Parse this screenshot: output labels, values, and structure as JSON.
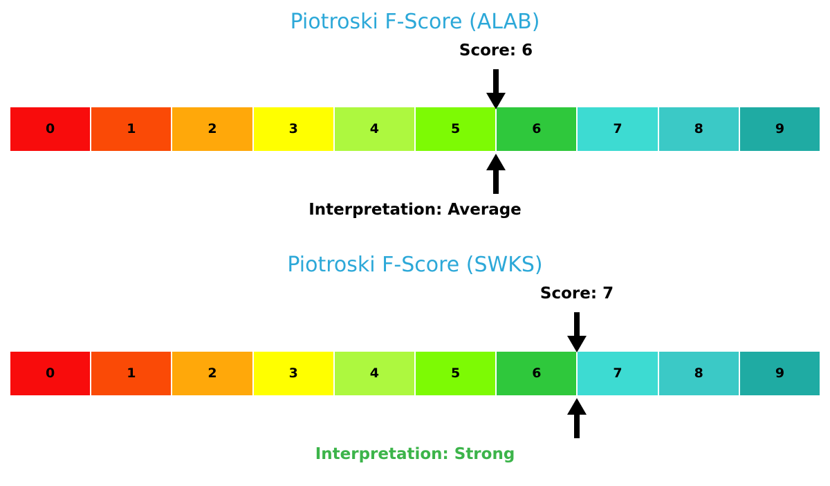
{
  "chart_data": [
    {
      "type": "bar",
      "title": "Piotroski F-Score (ALAB)",
      "title_color": "#2CA8D8",
      "categories": [
        "0",
        "1",
        "2",
        "3",
        "4",
        "5",
        "6",
        "7",
        "8",
        "9"
      ],
      "colors": [
        "#F80C0C",
        "#FA4A06",
        "#FFA80A",
        "#FFFF00",
        "#ADF83F",
        "#7DFA04",
        "#2FC83C",
        "#3DDBD2",
        "#3BC9C6",
        "#1FABA3"
      ],
      "values": [
        1,
        1,
        1,
        1,
        1,
        1,
        1,
        1,
        1,
        1
      ],
      "score": 6,
      "score_label": "Score: 6",
      "score_marker_x": 717,
      "interpretation": "Average",
      "interpretation_label": "Interpretation: Average",
      "interpretation_color": "#000000",
      "xlabel": "",
      "ylabel": "",
      "xlim": [
        0,
        10
      ],
      "grid": false,
      "legend": "none"
    },
    {
      "type": "bar",
      "title": "Piotroski F-Score (SWKS)",
      "title_color": "#2CA8D8",
      "categories": [
        "0",
        "1",
        "2",
        "3",
        "4",
        "5",
        "6",
        "7",
        "8",
        "9"
      ],
      "colors": [
        "#F80C0C",
        "#FA4A06",
        "#FFA80A",
        "#FFFF00",
        "#ADF83F",
        "#7DFA04",
        "#2FC83C",
        "#3DDBD2",
        "#3BC9C6",
        "#1FABA3"
      ],
      "values": [
        1,
        1,
        1,
        1,
        1,
        1,
        1,
        1,
        1,
        1
      ],
      "score": 7,
      "score_label": "Score: 7",
      "score_marker_x": 834,
      "interpretation": "Strong",
      "interpretation_label": "Interpretation: Strong",
      "interpretation_color": "#3CB44A",
      "xlabel": "",
      "ylabel": "",
      "xlim": [
        0,
        10
      ],
      "grid": false,
      "legend": "none"
    }
  ],
  "panels": [
    {
      "title": "Piotroski F-Score (ALAB)",
      "score_label": "Score: 6",
      "interpretation_label": "Interpretation: Average",
      "segments": [
        {
          "label": "0"
        },
        {
          "label": "1"
        },
        {
          "label": "2"
        },
        {
          "label": "3"
        },
        {
          "label": "4"
        },
        {
          "label": "5"
        },
        {
          "label": "6"
        },
        {
          "label": "7"
        },
        {
          "label": "8"
        },
        {
          "label": "9"
        }
      ]
    },
    {
      "title": "Piotroski F-Score (SWKS)",
      "score_label": "Score: 7",
      "interpretation_label": "Interpretation: Strong",
      "segments": [
        {
          "label": "0"
        },
        {
          "label": "1"
        },
        {
          "label": "2"
        },
        {
          "label": "3"
        },
        {
          "label": "4"
        },
        {
          "label": "5"
        },
        {
          "label": "6"
        },
        {
          "label": "7"
        },
        {
          "label": "8"
        },
        {
          "label": "9"
        }
      ]
    }
  ]
}
